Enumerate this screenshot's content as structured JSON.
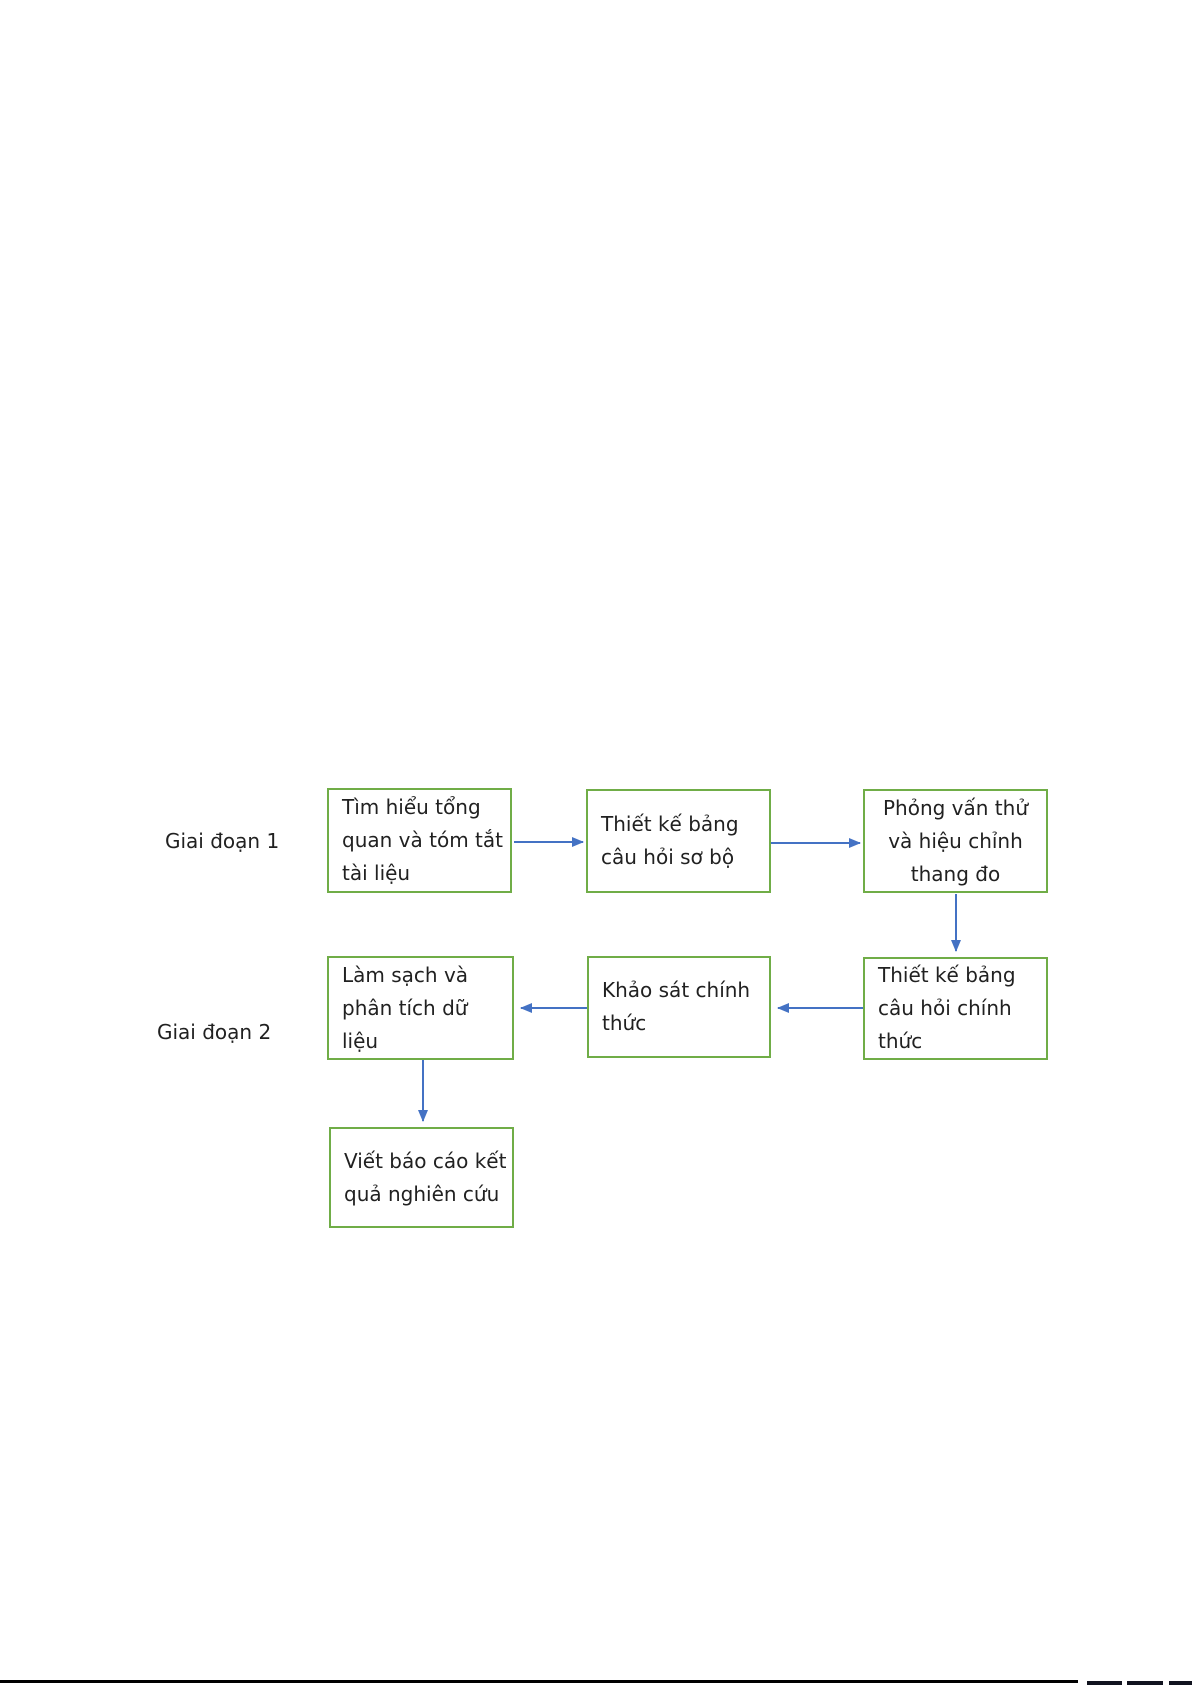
{
  "diagram": {
    "stages": [
      {
        "label": "Giai đoạn 1"
      },
      {
        "label": "Giai đoạn 2"
      }
    ],
    "boxes": {
      "literature_review": {
        "lines": [
          "Tìm hiểu tổng",
          "quan và tóm tắt",
          "tài liệu"
        ]
      },
      "draft_questionnaire": {
        "lines": [
          "Thiết kế bảng",
          "câu hỏi sơ bộ"
        ]
      },
      "pilot_interview": {
        "lines": [
          "Phỏng vấn thử",
          "và hiệu chỉnh",
          "thang đo"
        ]
      },
      "final_questionnaire": {
        "lines": [
          "Thiết kế bảng",
          "câu hỏi chính",
          "thức"
        ]
      },
      "official_survey": {
        "lines": [
          "Khảo sát chính",
          "thức"
        ]
      },
      "clean_analyze_data": {
        "lines": [
          "Làm sạch và",
          "phân tích dữ",
          "liệu"
        ]
      },
      "write_report": {
        "lines": [
          "Viết báo cáo kết",
          "quả nghiên cứu"
        ]
      }
    },
    "colors": {
      "box_border": "#70ad47",
      "arrow": "#4472c4",
      "text": "#212121",
      "bottom_rule": "#000000"
    }
  }
}
